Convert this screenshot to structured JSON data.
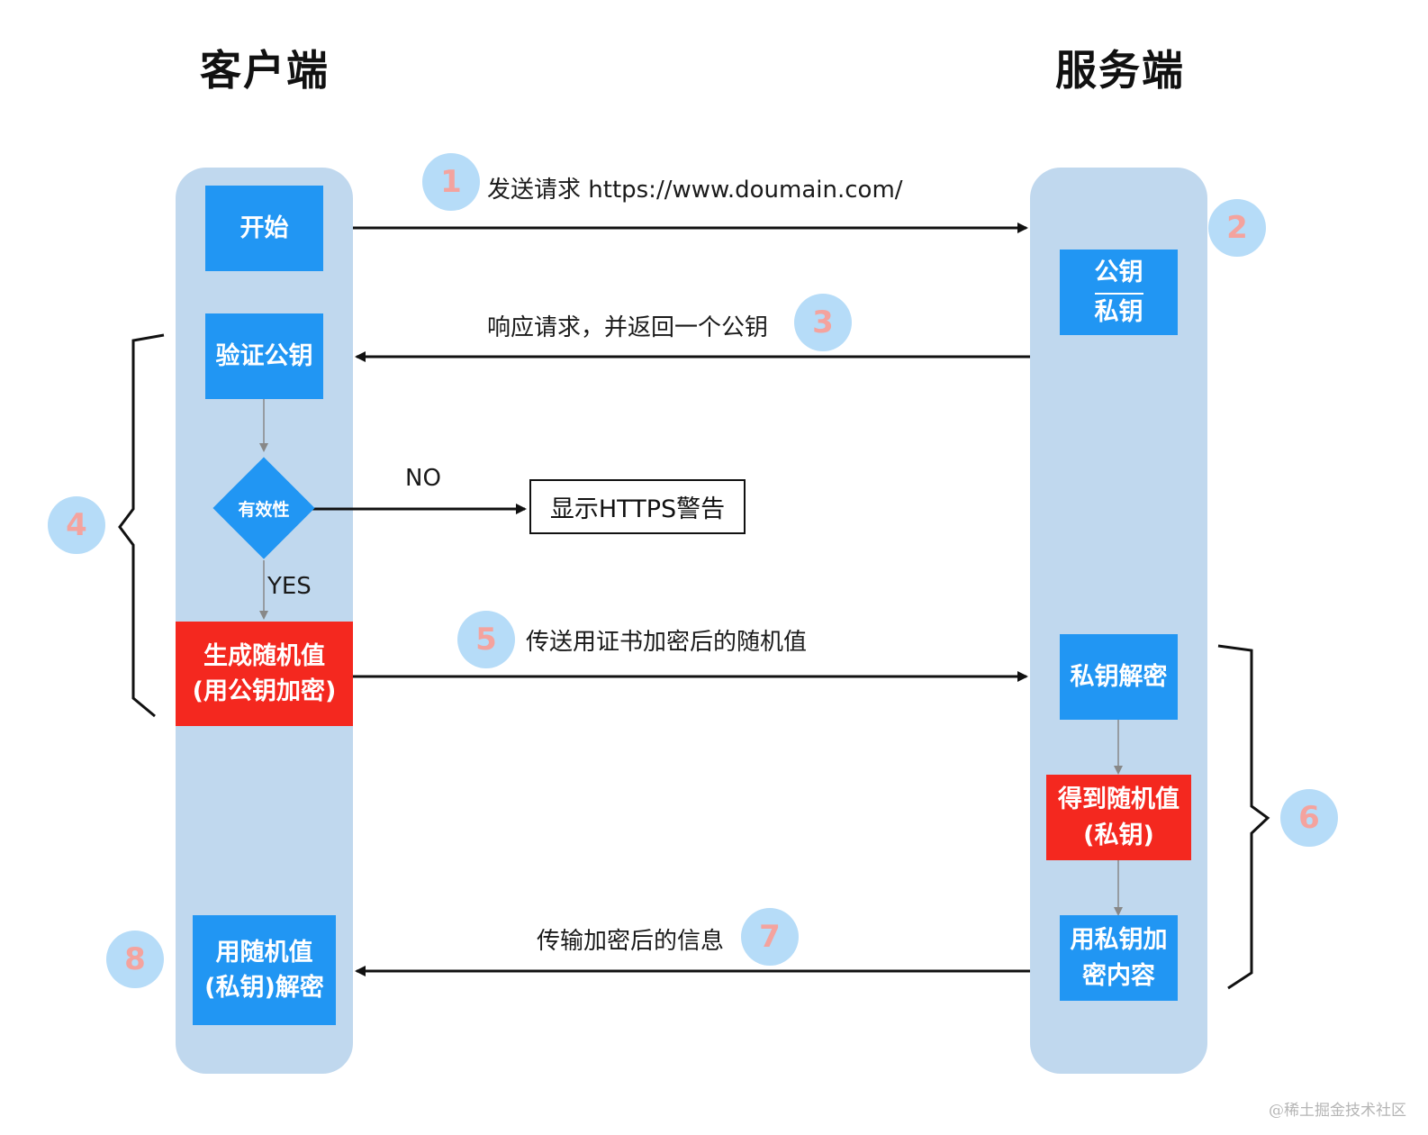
{
  "headers": {
    "client": "客户端",
    "server": "服务端"
  },
  "client": {
    "start": "开始",
    "verify_key": "验证公钥",
    "validity": "有效性",
    "generate": "生成随机值\n(用公钥加密)",
    "decrypt": "用随机值\n(私钥)解密"
  },
  "server": {
    "public_key": "公钥",
    "private_key": "私钥",
    "decrypt": "私钥解密",
    "get_random": "得到随机值\n(私钥)",
    "encrypt": "用私钥加\n密内容"
  },
  "messages": {
    "step1": "发送请求  https://www.doumain.com/",
    "step3": "响应请求，并返回一个公钥",
    "step5": "传送用证书加密后的随机值",
    "step7": "传输加密后的信息"
  },
  "branches": {
    "no": "NO",
    "yes": "YES",
    "warning": "显示HTTPS警告"
  },
  "steps": [
    "1",
    "2",
    "3",
    "4",
    "5",
    "6",
    "7",
    "8"
  ],
  "watermark": "@稀土掘金技术社区",
  "colors": {
    "lane": "#c0d8ee",
    "box_blue": "#2196f3",
    "box_red": "#f4281f",
    "badge_fill": "#b6dcf8",
    "badge_text": "#f4a39e"
  }
}
